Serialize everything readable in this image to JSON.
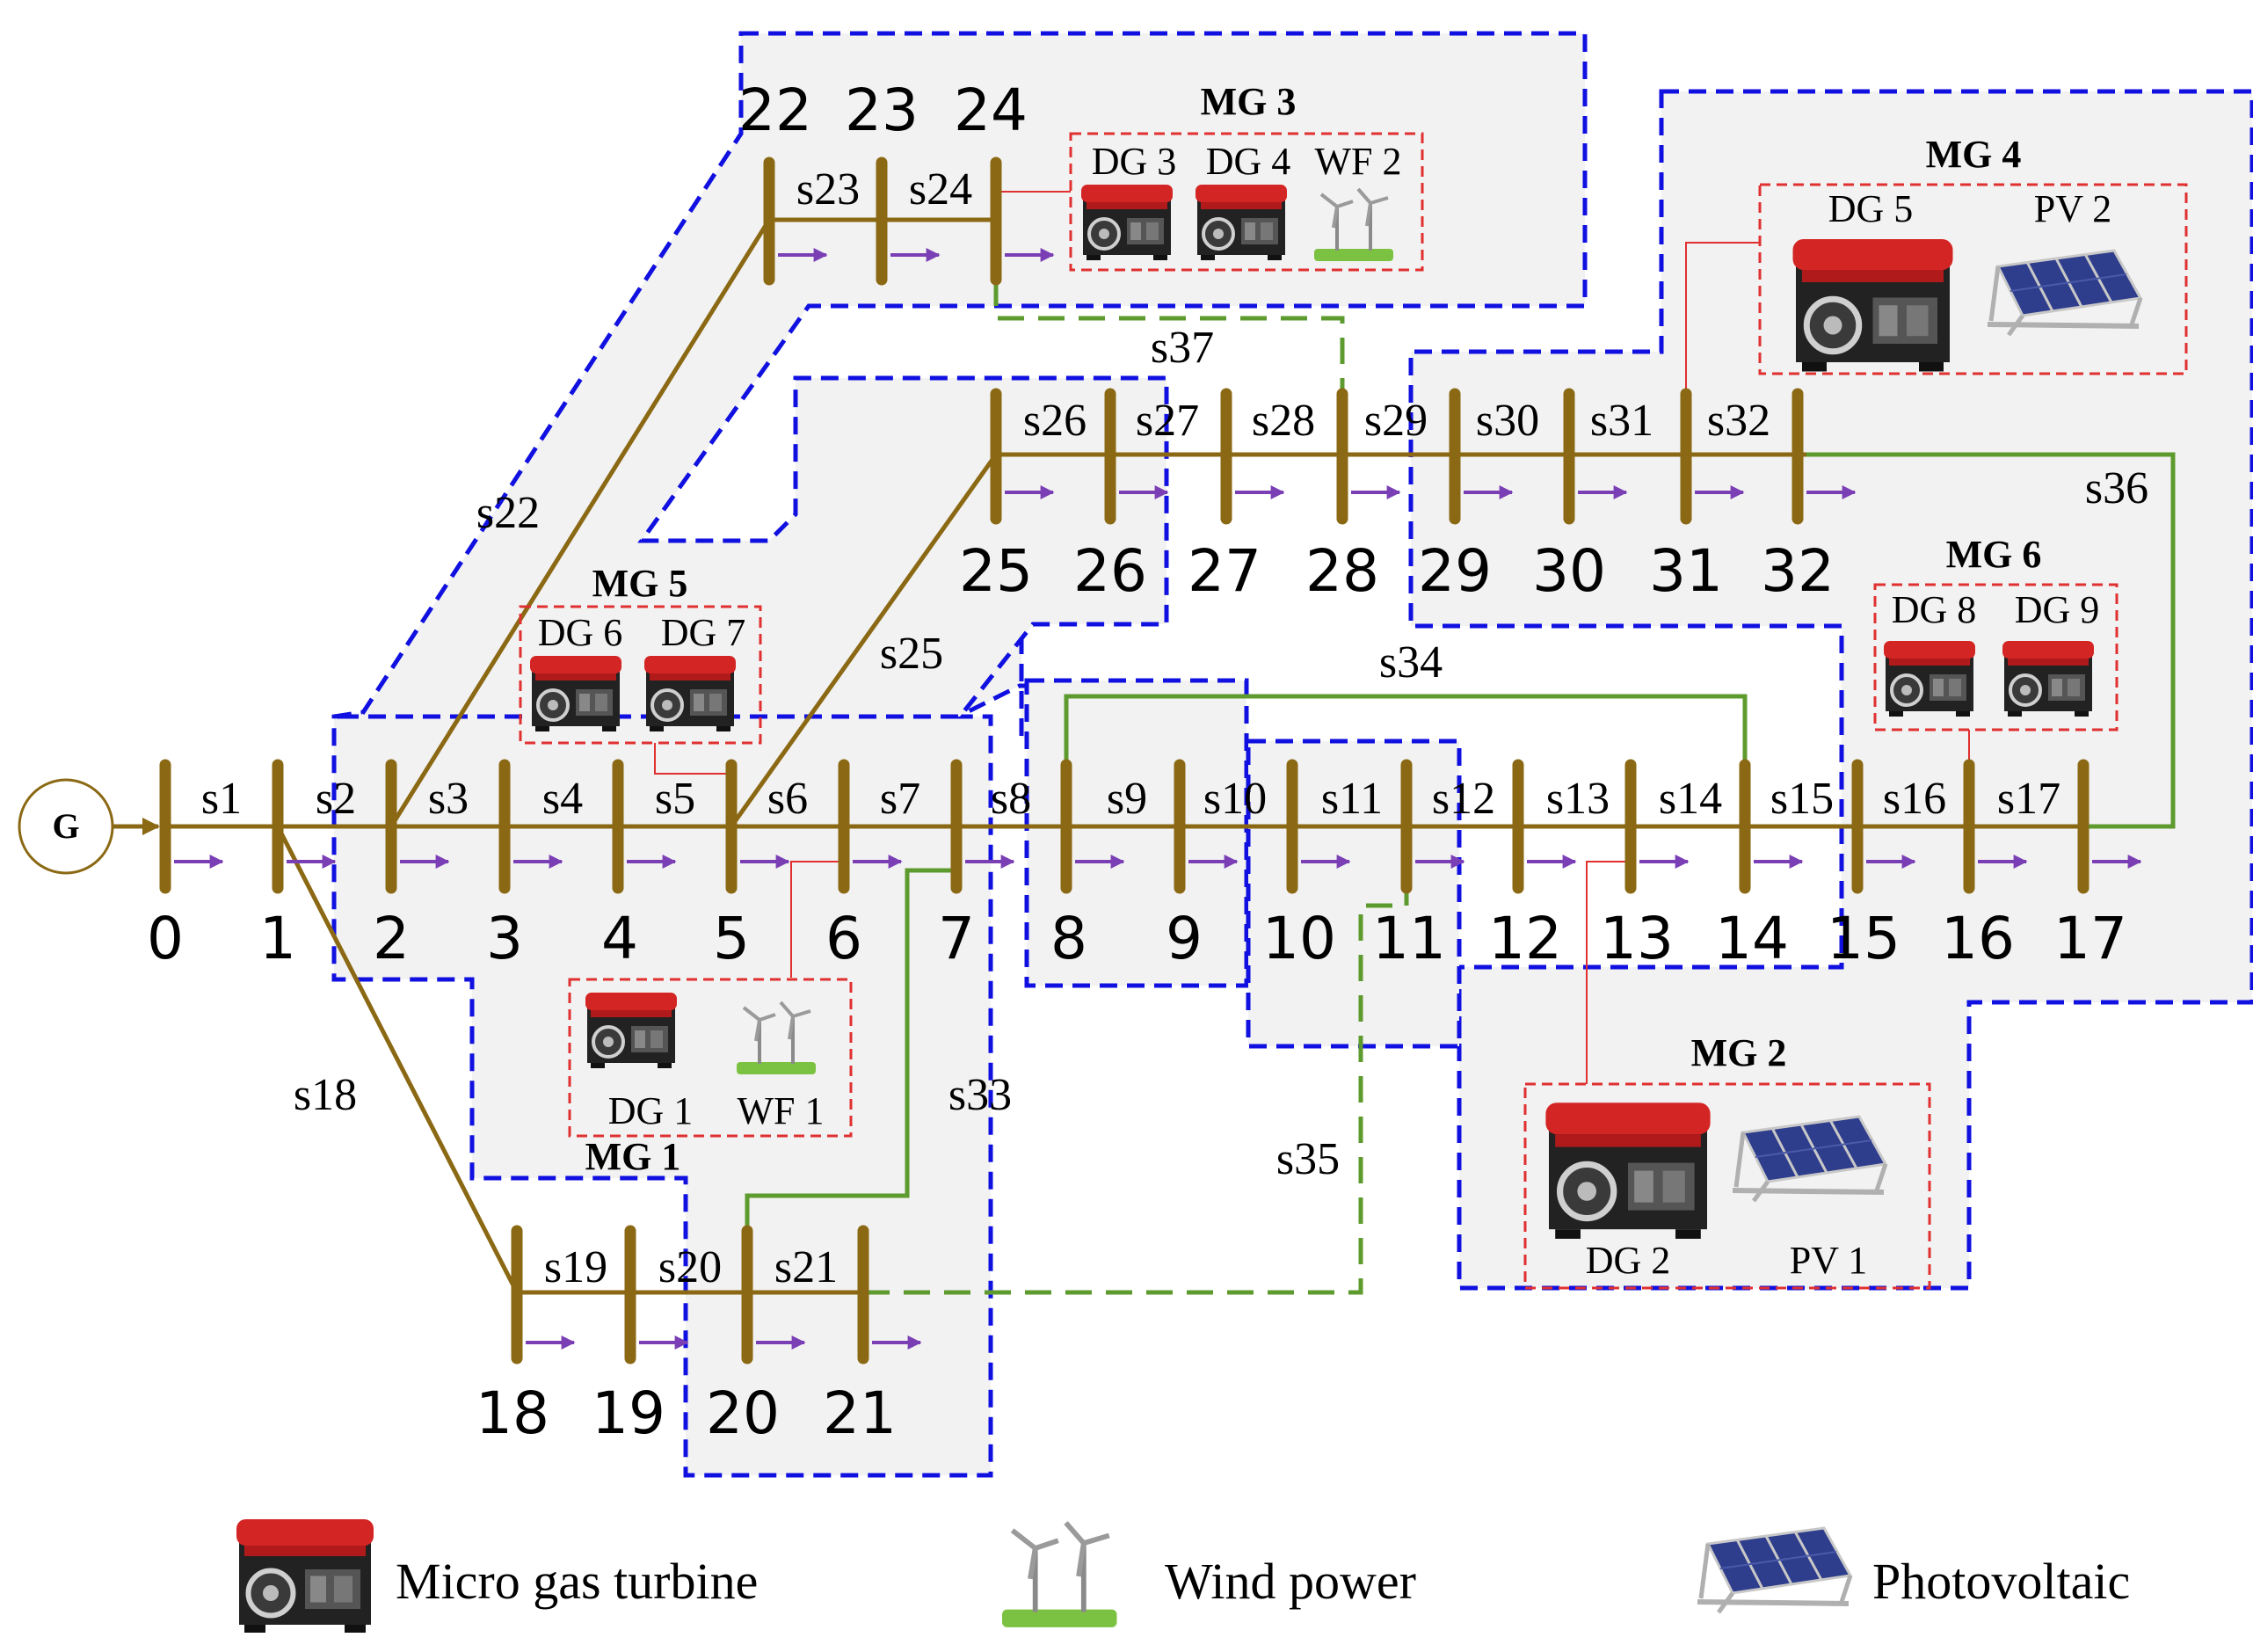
{
  "colors": {
    "bus_line": "#8B6914",
    "load_arrow": "#7B3FB5",
    "tie_line": "#5E9B2E",
    "region_border": "#1010E0",
    "unit_border": "#E03030",
    "region_fill": "#F2F2F2"
  },
  "source": {
    "label": "G"
  },
  "buses": [
    "0",
    "1",
    "2",
    "3",
    "4",
    "5",
    "6",
    "7",
    "8",
    "9",
    "10",
    "11",
    "12",
    "13",
    "14",
    "15",
    "16",
    "17",
    "18",
    "19",
    "20",
    "21",
    "22",
    "23",
    "24",
    "25",
    "26",
    "27",
    "28",
    "29",
    "30",
    "31",
    "32"
  ],
  "sections": [
    "s1",
    "s2",
    "s3",
    "s4",
    "s5",
    "s6",
    "s7",
    "s8",
    "s9",
    "s10",
    "s11",
    "s12",
    "s13",
    "s14",
    "s15",
    "s16",
    "s17",
    "s18",
    "s19",
    "s20",
    "s21",
    "s22",
    "s23",
    "s24",
    "s25",
    "s26",
    "s27",
    "s28",
    "s29",
    "s30",
    "s31",
    "s32",
    "s33",
    "s34",
    "s35",
    "s36",
    "s37"
  ],
  "microgrids": [
    {
      "title": "MG 1",
      "units": [
        "DG 1",
        "WF 1"
      ]
    },
    {
      "title": "MG 2",
      "units": [
        "DG 2",
        "PV 1"
      ]
    },
    {
      "title": "MG 3",
      "units": [
        "DG 3",
        "DG 4",
        "WF 2"
      ]
    },
    {
      "title": "MG 4",
      "units": [
        "DG 5",
        "PV 2"
      ]
    },
    {
      "title": "MG 5",
      "units": [
        "DG 6",
        "DG 7"
      ]
    },
    {
      "title": "MG 6",
      "units": [
        "DG 8",
        "DG 9"
      ]
    }
  ],
  "legend": [
    {
      "icon": "micro-gas-turbine-icon",
      "label": "Micro gas turbine"
    },
    {
      "icon": "wind-power-icon",
      "label": "Wind power"
    },
    {
      "icon": "photovoltaic-icon",
      "label": "Photovoltaic"
    }
  ]
}
